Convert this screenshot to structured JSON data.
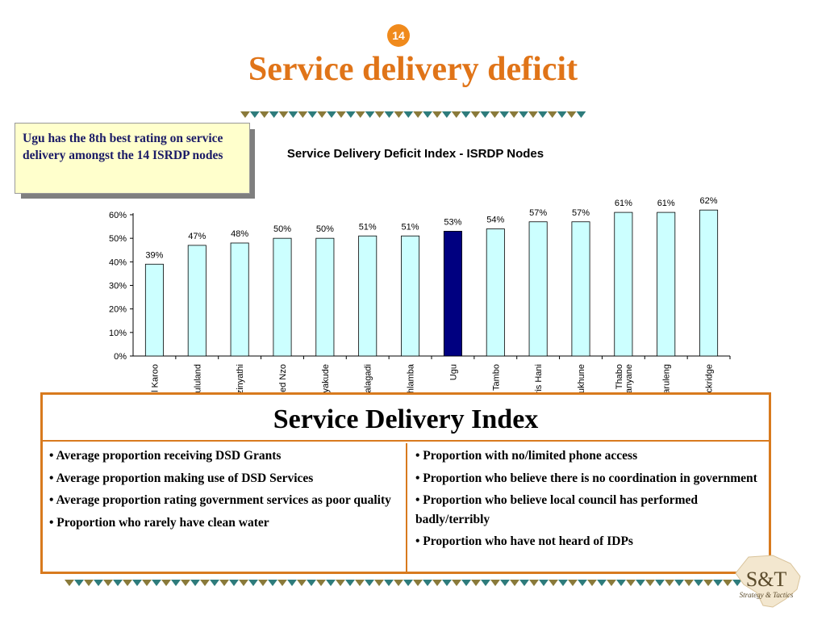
{
  "slide": {
    "page_number": "14",
    "title": "Service delivery deficit"
  },
  "callout": {
    "text": "Ugu has the 8th best rating on service delivery amongst the 14 ISRDP nodes"
  },
  "chart_data": {
    "type": "bar",
    "title": "Service Delivery Deficit  Index - ISRDP Nodes",
    "categories": [
      "Central Karoo",
      "Zululand",
      "Umzinyathi",
      "Alfred Nzo",
      "Umkhanyakude",
      "Kgalagadi",
      "Ukhahlamba",
      "Ugu",
      "O.R. Tambo",
      "Chris Hani",
      "Sekhukhune",
      "Thabo Mofutsanyane",
      "Maruleng",
      "Bushbuckridge"
    ],
    "category_lines": [
      [
        "Central Karoo"
      ],
      [
        "Zululand"
      ],
      [
        "Umzinyathi"
      ],
      [
        "Alfred Nzo"
      ],
      [
        "Umkhanyakude"
      ],
      [
        "Kgalagadi"
      ],
      [
        "Ukhahlamba"
      ],
      [
        "Ugu"
      ],
      [
        "O.R. Tambo"
      ],
      [
        "Chris Hani"
      ],
      [
        "Sekhukhune"
      ],
      [
        "Thabo",
        "Mofutsanyane"
      ],
      [
        "Maruleng"
      ],
      [
        "Bushbuckridge"
      ]
    ],
    "values": [
      39,
      47,
      48,
      50,
      50,
      51,
      51,
      53,
      54,
      57,
      57,
      61,
      61,
      62
    ],
    "value_labels": [
      "39%",
      "47%",
      "48%",
      "50%",
      "50%",
      "51%",
      "51%",
      "53%",
      "54%",
      "57%",
      "57%",
      "61%",
      "61%",
      "62%"
    ],
    "highlight_category": "Ugu",
    "ylim": [
      0,
      60
    ],
    "yticks": [
      0,
      10,
      20,
      30,
      40,
      50,
      60
    ],
    "ytick_labels": [
      "0%",
      "10%",
      "20%",
      "30%",
      "40%",
      "50%",
      "60%"
    ],
    "xlabel": "",
    "ylabel": "",
    "grid": false,
    "colors": {
      "bar": "#ccffff",
      "highlight": "#000080",
      "bar_edge": "#000000"
    }
  },
  "index_table": {
    "title": "Service Delivery Index",
    "left_items": [
      "• Average proportion receiving DSD Grants",
      "• Average proportion making use of DSD Services",
      "• Average proportion rating government services as poor quality",
      "• Proportion who rarely have clean water"
    ],
    "right_items": [
      "• Proportion with no/limited phone access",
      "• Proportion who believe there is no coordination in government",
      "• Proportion who believe local council has performed badly/terribly",
      "• Proportion who have not heard of IDPs"
    ]
  },
  "logo": {
    "mark": "S&T",
    "tagline": "Strategy & Tactics"
  },
  "colors": {
    "accent_orange": "#e07418",
    "callout_bg": "#ffffcc",
    "callout_text": "#1a1a66"
  }
}
